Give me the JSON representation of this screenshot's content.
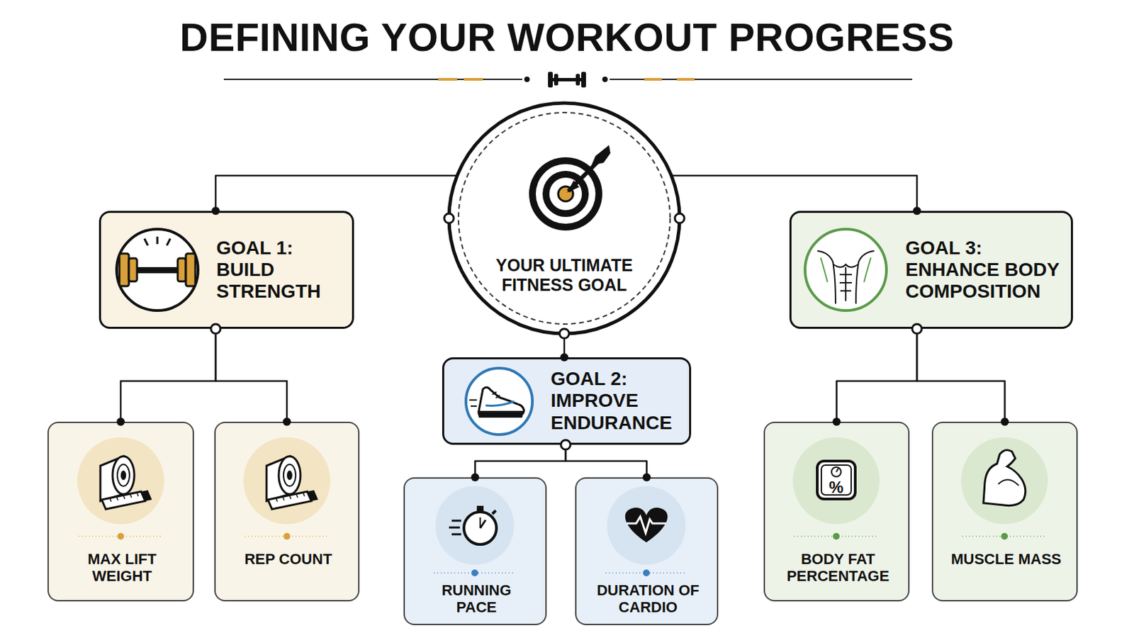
{
  "diagram": {
    "title": "DEFINING YOUR WORKOUT PROGRESS",
    "nodes": [
      {
        "text": [
          "YOUR ULTIMATE FITNESS GOAL"
        ]
      },
      {
        "text": [
          "GOAL 1:",
          "BUILD STRENGTH"
        ]
      },
      {
        "text": [
          "GOAL 2:",
          "IMPROVE ENDURANCE"
        ]
      },
      {
        "text": [
          "GOAL 3:",
          "ENHANCE BODY COMPOSITION"
        ]
      },
      {
        "text": [
          "MAX LIFT WEIGHT"
        ]
      },
      {
        "text": [
          "REP COUNT"
        ]
      },
      {
        "text": [
          "RUNNING PACE"
        ]
      },
      {
        "text": [
          "DURATION OF CARDIO"
        ]
      },
      {
        "text": [
          "BODY FAT PERCENTAGE"
        ]
      },
      {
        "text": [
          "MUSCLE MASS"
        ]
      }
    ],
    "edges": [
      {
        "from": 0,
        "to": 1,
        "arrow": "none"
      },
      {
        "from": 0,
        "to": 2,
        "arrow": "none"
      },
      {
        "from": 0,
        "to": 3,
        "arrow": "none"
      },
      {
        "from": 1,
        "to": 4,
        "arrow": "none"
      },
      {
        "from": 1,
        "to": 5,
        "arrow": "none"
      },
      {
        "from": 2,
        "to": 6,
        "arrow": "none"
      },
      {
        "from": 2,
        "to": 7,
        "arrow": "none"
      },
      {
        "from": 3,
        "to": 8,
        "arrow": "none"
      },
      {
        "from": 3,
        "to": 9,
        "arrow": "none"
      }
    ],
    "labels": [
      "%"
    ]
  }
}
